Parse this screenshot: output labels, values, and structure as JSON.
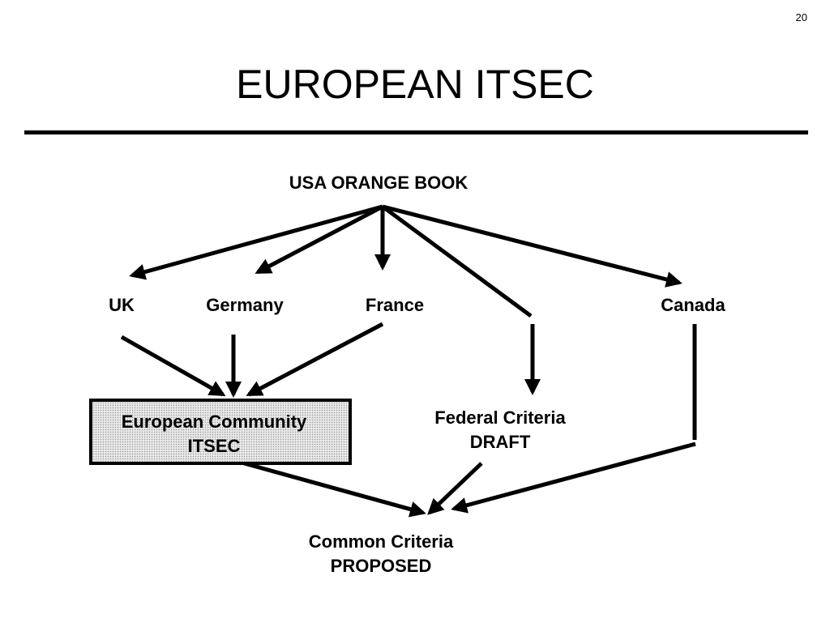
{
  "slide": {
    "number": "20",
    "title": "EUROPEAN ITSEC"
  },
  "diagram": {
    "nodes": {
      "orange_book": "USA ORANGE BOOK",
      "uk": "UK",
      "germany": "Germany",
      "france": "France",
      "canada": "Canada",
      "ec_itsec": [
        "European Community",
        "ITSEC"
      ],
      "federal_criteria": [
        "Federal Criteria",
        "DRAFT"
      ],
      "common_criteria": [
        "Common Criteria",
        "PROPOSED"
      ]
    },
    "edges": [
      {
        "from": "orange_book",
        "to": "uk"
      },
      {
        "from": "orange_book",
        "to": "germany"
      },
      {
        "from": "orange_book",
        "to": "france"
      },
      {
        "from": "orange_book",
        "to": "federal_criteria"
      },
      {
        "from": "orange_book",
        "to": "canada"
      },
      {
        "from": "uk",
        "to": "ec_itsec"
      },
      {
        "from": "germany",
        "to": "ec_itsec"
      },
      {
        "from": "france",
        "to": "ec_itsec"
      },
      {
        "from": "ec_itsec",
        "to": "common_criteria"
      },
      {
        "from": "federal_criteria",
        "to": "common_criteria"
      },
      {
        "from": "canada",
        "to": "common_criteria"
      }
    ],
    "colors": {
      "line": "#000000",
      "box_fill": "#e9e9e9"
    }
  }
}
